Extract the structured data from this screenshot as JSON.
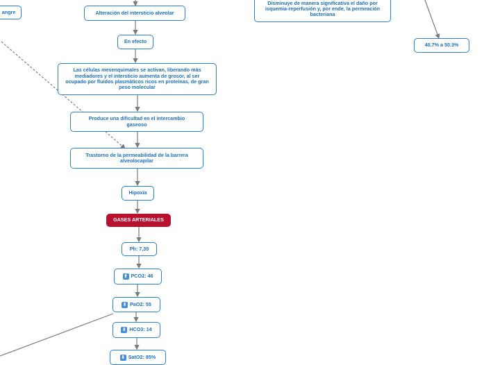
{
  "nodes": {
    "sangre": "angre",
    "alteracion": "Alteración del intersticio alveolar",
    "en_efecto": "En efecto",
    "celulas": "Las células mesenquimales se activan, liberando más mediadores y el intersticio aumenta de grosor, al ser ocupado por fluidos plasmáticos ricos en proteínas, de gran peso molecular",
    "dificultad": "Produce una dificultad en el intercambio gaseoso",
    "trastorno": "Trastorno de la permeabilidad de la barrera alveolocapilar",
    "hipoxia": "Hipoxia",
    "gases": "GASES ARTERIALES",
    "ph": "Ph: 7,35",
    "pco2": "PCO2: 46",
    "pao2": "PaO2: 55",
    "hco3": "HCO3: 14",
    "sato2": "SatO2: 85%",
    "disminuye": "Disminuye de manera significativa el daño por isquemia-reperfusión y, por ende, la permeación bacteriana",
    "porcentaje": "40.7% a 50.3%"
  },
  "icons": {
    "up": "⬆",
    "down": "⬇"
  },
  "colors": {
    "node_border": "#2b7fc6",
    "node_text": "#1f6fb5",
    "highlight": "#b8102e",
    "connector": "#7a7a7a"
  }
}
